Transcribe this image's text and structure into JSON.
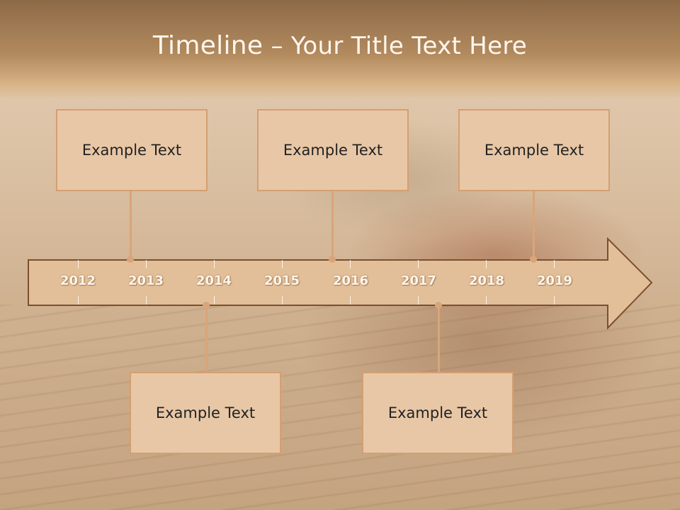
{
  "slide": {
    "title_lead": "Timeline",
    "title_rest": " – Your Title Text Here"
  },
  "timeline": {
    "years": [
      "2012",
      "2013",
      "2014",
      "2015",
      "2016",
      "2017",
      "2018",
      "2019"
    ]
  },
  "events": {
    "top": [
      {
        "text": "Example Text"
      },
      {
        "text": "Example Text"
      },
      {
        "text": "Example Text"
      }
    ],
    "bottom": [
      {
        "text": "Example Text"
      },
      {
        "text": "Example Text"
      }
    ]
  },
  "colors": {
    "arrow_fill": "#e2bf98",
    "arrow_stroke": "#7a5030",
    "card_fill": "#e8c7a6",
    "card_border": "#d39f72",
    "connector": "#d8a57a"
  }
}
